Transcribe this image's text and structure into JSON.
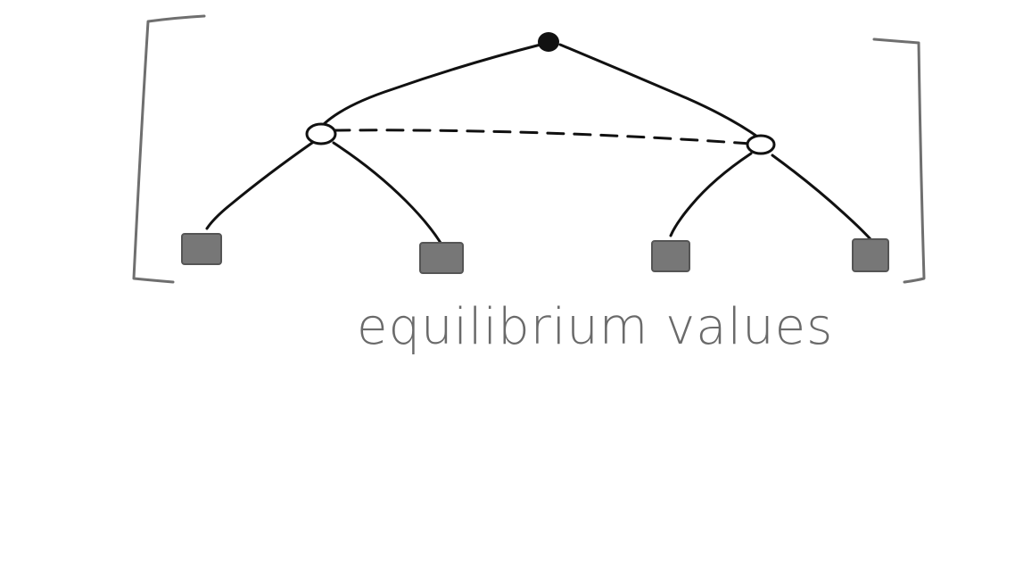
{
  "caption": "equilibrium values",
  "colors": {
    "background": "#ffffff",
    "ink": "#111111",
    "bracket": "#6f6f6f",
    "leaf_fill": "#777777",
    "caption": "#6a6a6a"
  },
  "tree": {
    "root": "decision-node",
    "information_set": "dashed-line-linking-two-chance-nodes",
    "branches": 2,
    "leaves_per_branch": 2
  }
}
